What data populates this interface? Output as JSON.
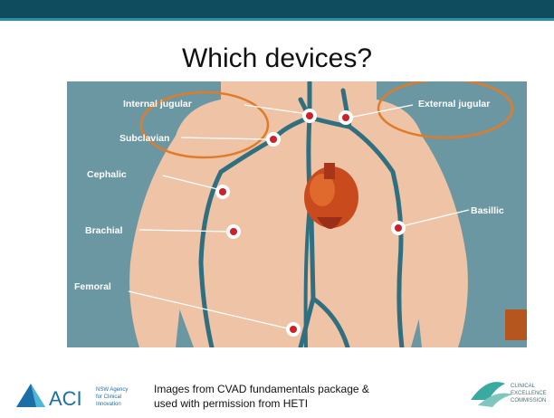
{
  "slide": {
    "title": "Which devices?",
    "caption_line1": "Images from CVAD fundamentals package &",
    "caption_line2": "used with permission from HETI"
  },
  "diagram": {
    "labels": {
      "internal_jugular": "Internal jugular",
      "external_jugular": "External jugular",
      "subclavian": "Subclavian",
      "cephalic": "Cephalic",
      "basillic": "Basillic",
      "brachial": "Brachial",
      "femoral": "Femoral"
    }
  },
  "logos": {
    "aci_text": "ACI",
    "aci_sub1": "NSW Agency",
    "aci_sub2": "for Clinical",
    "aci_sub3": "Innovation",
    "cec_line1": "CLINICAL",
    "cec_line2": "EXCELLENCE",
    "cec_line3": "COMMISSION"
  },
  "colors": {
    "header": "#0f4d5e",
    "figure_bg": "#6b97a2",
    "skin": "#efc3a6",
    "vein": "#2f6f80",
    "marker": "#c8232c",
    "highlight_ellipse": "#e07b2a"
  }
}
